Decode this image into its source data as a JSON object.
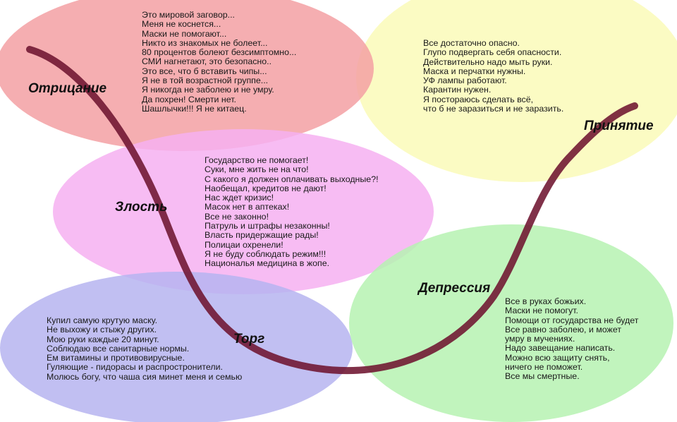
{
  "colors": {
    "denial": "#f3a0a3",
    "acceptance": "#fafab8",
    "anger": "#f6b0f1",
    "bargaining": "#b6b4f0",
    "depression": "#b6f2b2",
    "curve": "#6e1530"
  },
  "stages": {
    "denial": {
      "label": "Отрицание",
      "phrases": [
        "Это мировой заговор...",
        "Меня не коснется...",
        "Маски не помогают...",
        "Никто из знакомых не болеет...",
        "80 процентов болеют безсимптомно...",
        "СМИ нагнетают, это безопасно..",
        "Это все, что б вставить чипы...",
        "Я не в той возрастной группе...",
        "Я никогда не заболею и не умру.",
        "Да похрен! Смерти нет.",
        "Шашлычки!!! Я не китаец."
      ]
    },
    "anger": {
      "label": "Злость",
      "phrases": [
        "Государство не помогает!",
        "Суки, мне жить не на что!",
        "С какого я должен оплачивать выходные?!",
        "Наобещал, кредитов не дают!",
        "Нас ждет кризис!",
        "Масок нет в аптеках!",
        "Все не законно!",
        "Патруль и штрафы незаконны!",
        "Власть придержащие рады!",
        "Полицаи охренели!",
        "Я не буду соблюдать режим!!!",
        "Националья медицина в жопе."
      ]
    },
    "bargaining": {
      "label": "Торг",
      "phrases": [
        "Купил самую крутую маску.",
        "Не выхожу и стыжу других.",
        "Мою руки каждые 20 минут.",
        "Соблюдаю все санитарные нормы.",
        "Ем витамины и противовирусные.",
        "Гуляющие - пидорасы и распростронители.",
        "Молюсь богу, что чаша сия минет меня и семью"
      ]
    },
    "depression": {
      "label": "Депрессия",
      "phrases": [
        "Все в руках божьих.",
        "Маски не помогут.",
        "Помощи от государства не будет",
        "Все равно заболею, и может",
        "умру в мучениях.",
        "Надо завещание написать.",
        "Можно всю защиту снять,",
        "ничего не поможет.",
        "Все мы смертные."
      ]
    },
    "acceptance": {
      "label": "Принятие",
      "phrases": [
        "Все достаточно опасно.",
        "Глупо подвергать себя опасности.",
        "Действительно надо мыть руки.",
        "Маска и перчатки нужны.",
        "УФ лампы работают.",
        "Карантин нужен.",
        "Я постораюсь сделать всё,",
        "что б не заразиться и не заразить."
      ]
    }
  }
}
